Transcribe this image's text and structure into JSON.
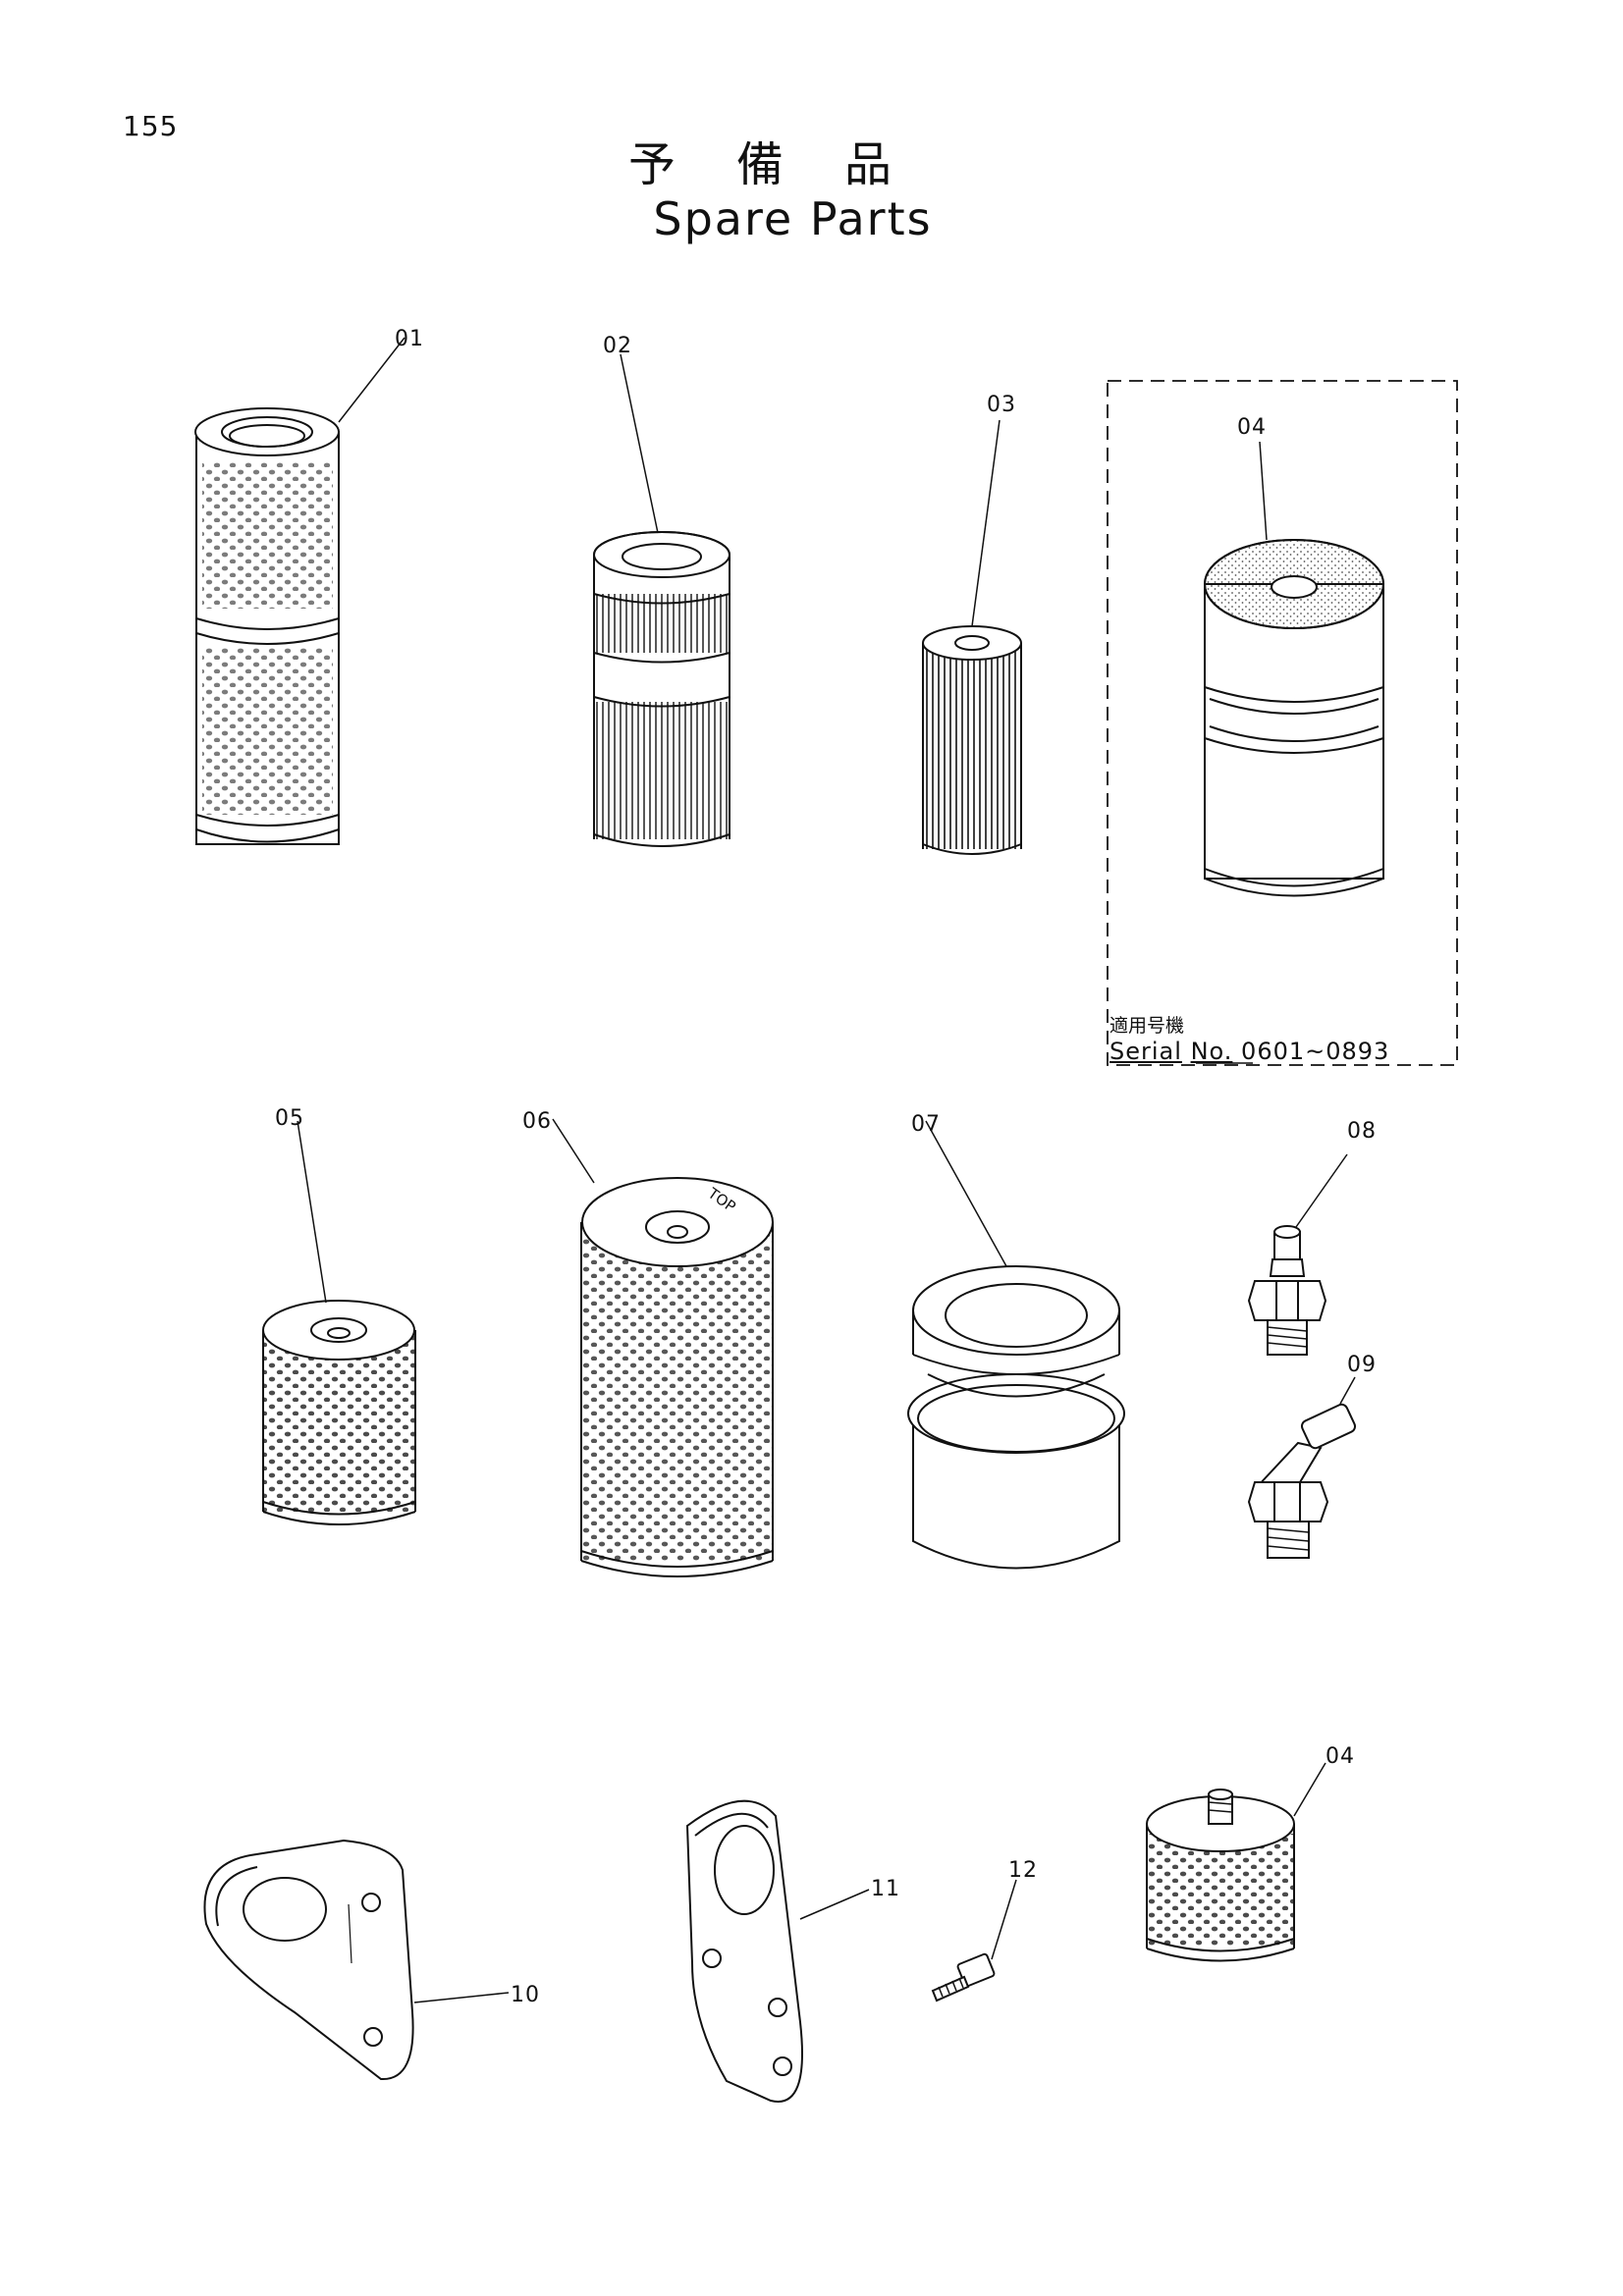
{
  "page_number": "155",
  "title_jp": "予備品",
  "title_en": "Spare Parts",
  "callouts": {
    "p01": "01",
    "p02": "02",
    "p03": "03",
    "p04_top": "04",
    "p05": "05",
    "p06": "06",
    "p07": "07",
    "p08": "08",
    "p09": "09",
    "p10": "10",
    "p11": "11",
    "p12": "12",
    "p04_bottom": "04"
  },
  "filter_top_label": "TOP",
  "applicability": {
    "label_jp": "適用号機",
    "serial_label": "Serial",
    "no_label": "No.",
    "range": "0601~0893"
  }
}
